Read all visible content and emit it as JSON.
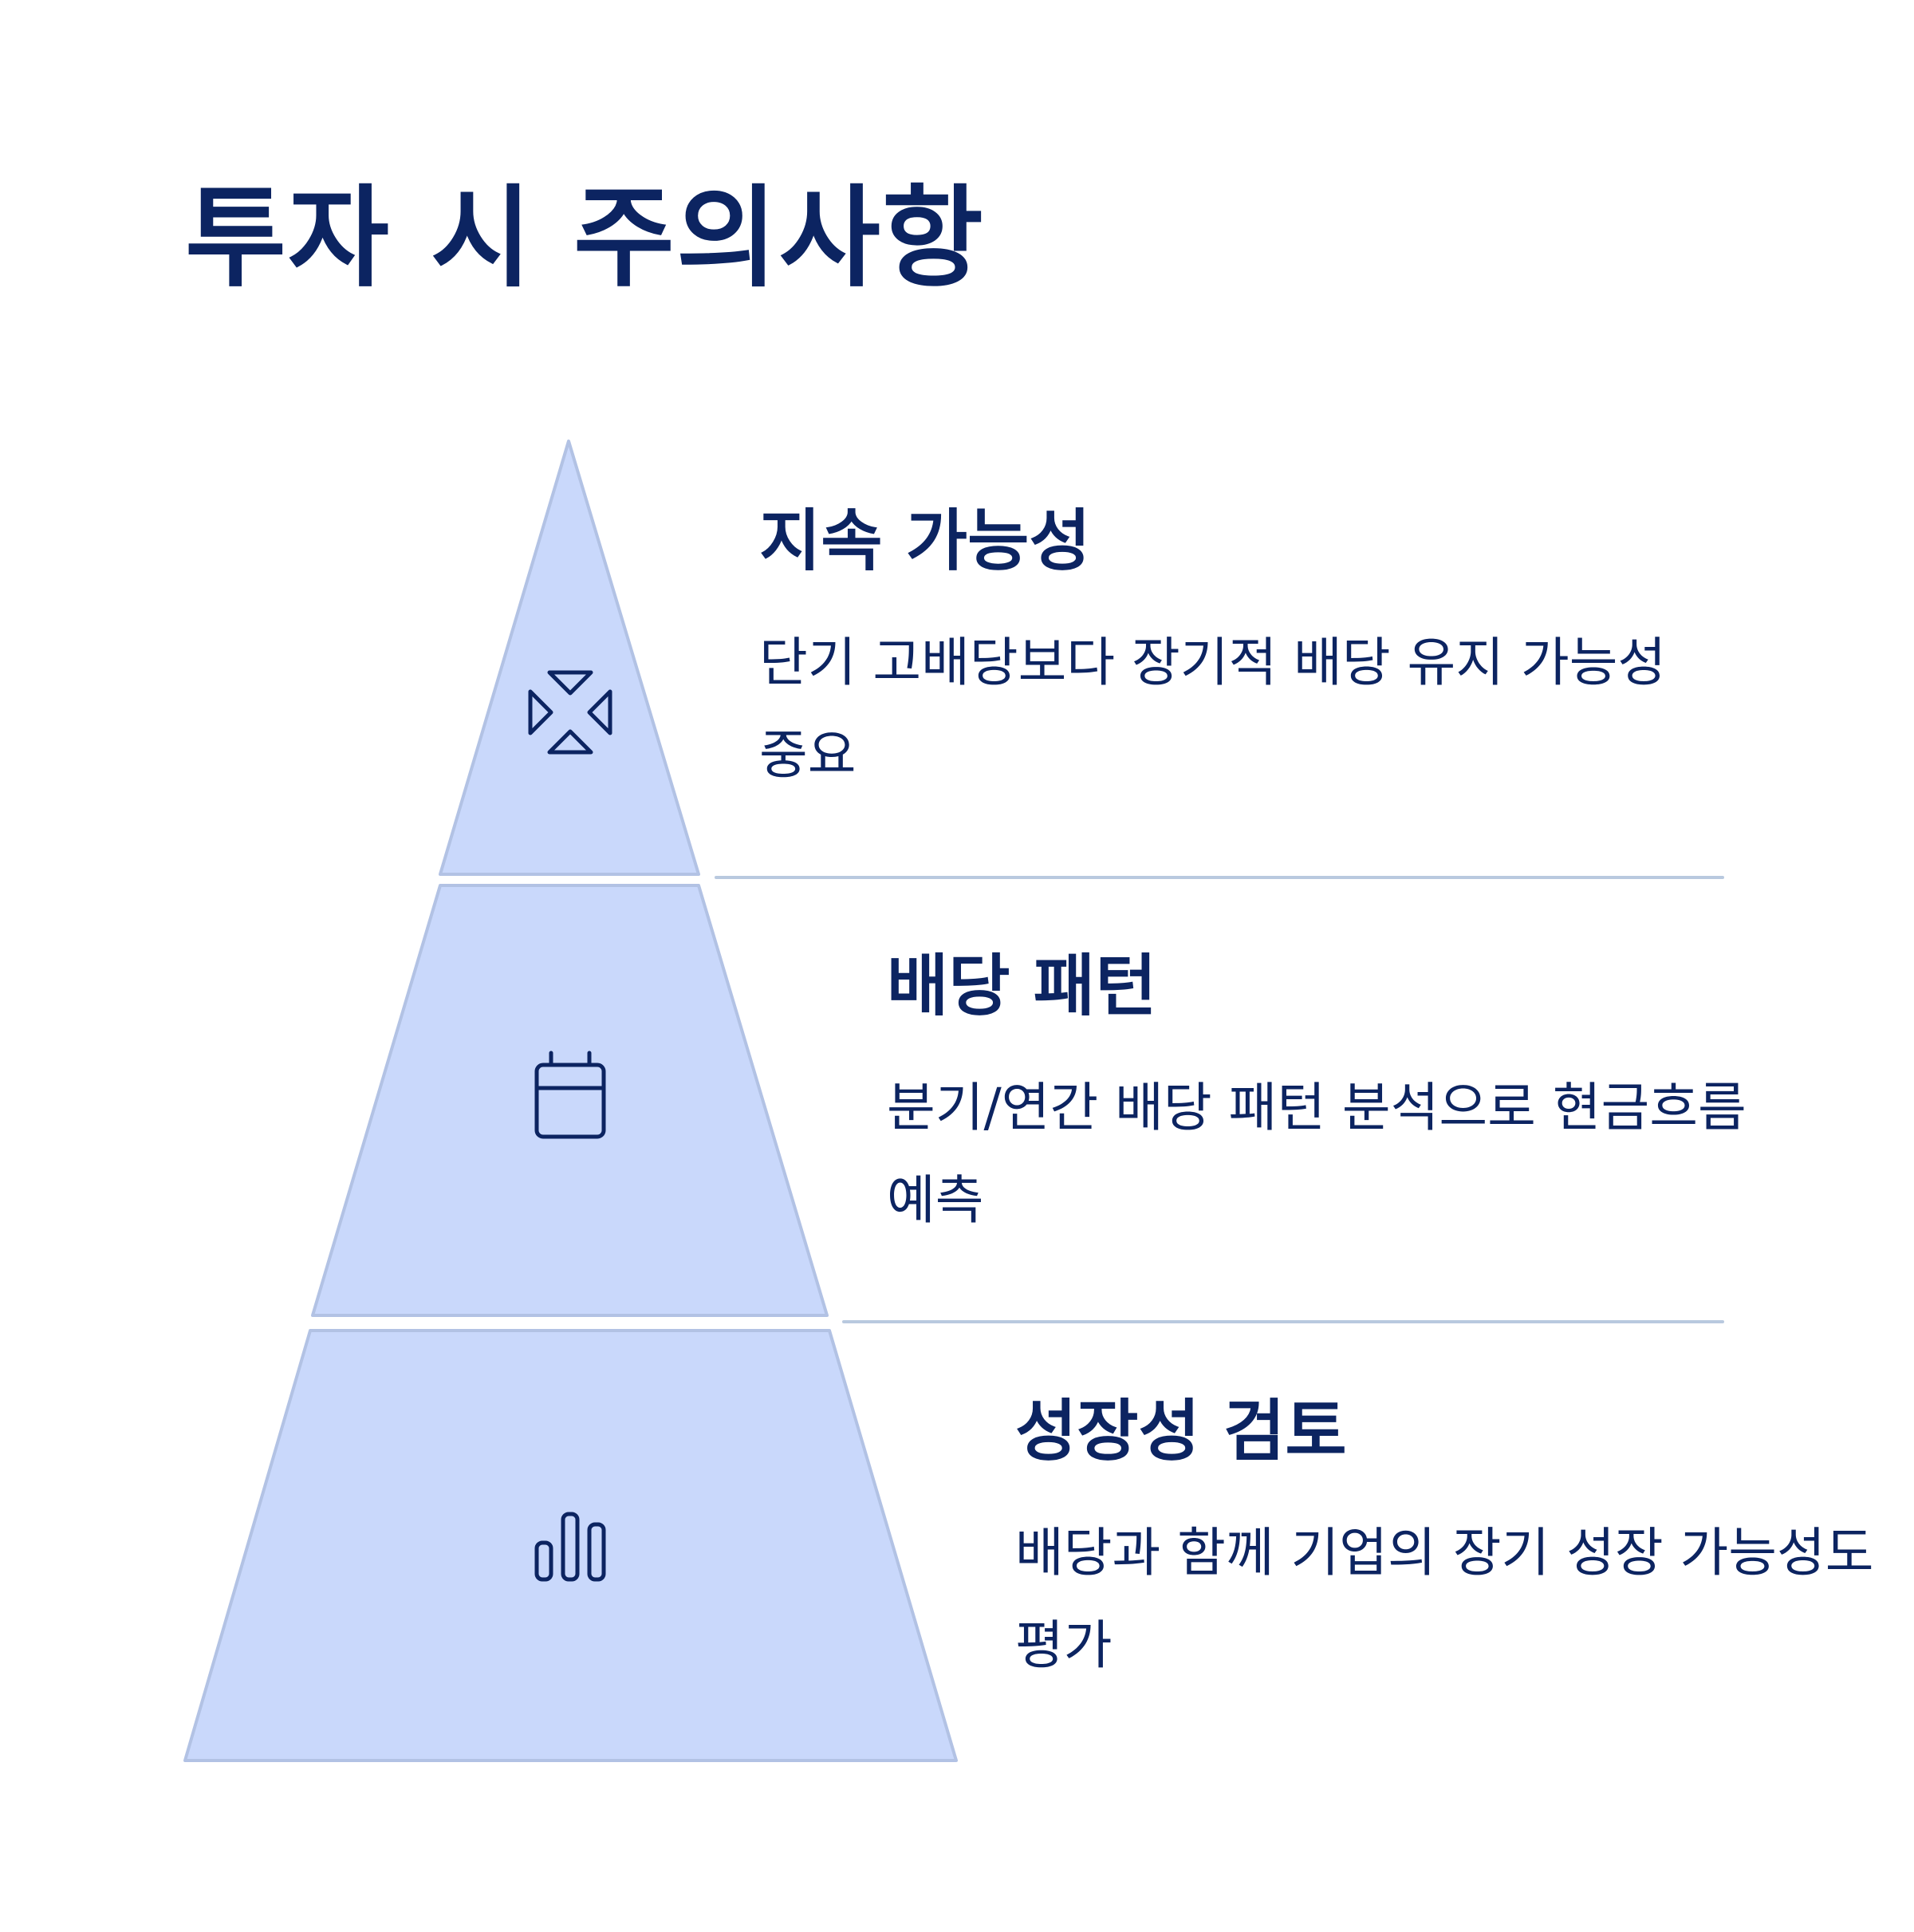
{
  "title": "투자 시 주의사항",
  "colors": {
    "tier_fill": "#c9d8fb",
    "tier_outline": "#b2c2e4",
    "divider": "#b9c9df",
    "text": "#0c2461",
    "background": "#ffffff"
  },
  "tiers": [
    {
      "title": "지속 가능성",
      "description": "단기 고배당보다 장기적 배당 유지 가능성 중요",
      "icon": "expand-arrows-icon"
    },
    {
      "title": "배당 패턴",
      "description": "분기/연간 배당 패턴 분석으로 현금흐름 예측",
      "icon": "calendar-icon"
    },
    {
      "title": "성장성 검토",
      "description": "배당과 함께 기업의 장기 성장 가능성도 평가",
      "icon": "bar-chart-icon"
    }
  ]
}
